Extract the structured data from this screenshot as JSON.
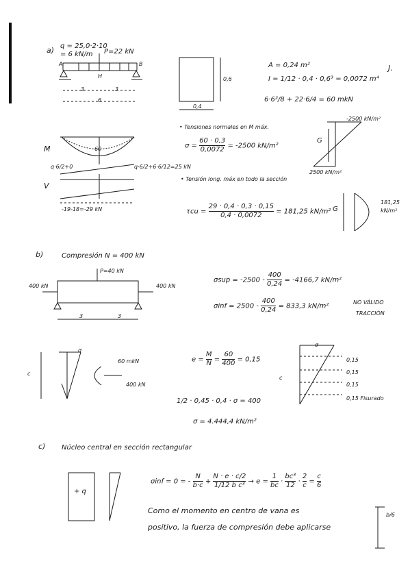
{
  "a": {
    "part": "a)",
    "q_label": "q = 25,0·2·10",
    "q_value": "= 6 kN/m",
    "P_label": "P=22 kN",
    "pts": [
      "A",
      "B",
      "H"
    ],
    "dims": [
      "3",
      "3",
      "6"
    ],
    "M_label": "M",
    "V_label": "V",
    "v_left": "q·6/2+0",
    "v_right": "q·6/2+6·6/12=25 kN",
    "vneg": "-19-18=-29 kN",
    "m_val": "60",
    "area": "A = 0,24 m²",
    "inertia": "I = 1/12 · 0,4 · 0,6³ = 0,0072 m⁴",
    "moment": "6·6²/8 + 22·6/4 = 60 mkN",
    "mark": "J.",
    "h": "0,6",
    "b": "0,4",
    "normal_tensions": "• Tensiones normales en M máx.",
    "sigma_lhs": "σ =",
    "sigma_num": "60 · 0,3",
    "sigma_den": "0,0072",
    "sigma_res": "= -2500 kN/m²",
    "stress_top": "-2500 kN/m²",
    "stress_bot": "2500 kN/m²",
    "G": "G",
    "shear_text": "• Tensión long. máx en todo la sección",
    "tau_lhs": "τcu =",
    "tau_num": "29 · 0,4 · 0,3 · 0,15",
    "tau_den": "0,4 · 0,0072",
    "tau_res": "= 181,25 kN/m²",
    "tau_val": "181,25",
    "tau_unit": "kN/m²"
  },
  "b": {
    "part": "b)",
    "title": "Compresión  N = 400 kN",
    "P": "P=40 kN",
    "Nl": "400 kN",
    "Nr": "400 kN",
    "d1": "3",
    "d2": "3",
    "sup_lhs": "σsup = -2500 -",
    "sup_num": "400",
    "sup_den": "0,24",
    "sup_res": "= -4166,7 kN/m²",
    "inf_lhs": "σinf = 2500 -",
    "inf_num": "400",
    "inf_den": "0,24",
    "inf_res": "= 833,3 kN/m²",
    "valid": "NO VÁLIDO",
    "traccion": "TRACCIÓN",
    "sigma": "σ",
    "c": "c",
    "moment": "60 mkN",
    "force": "400 kN",
    "e_lhs": "e =",
    "e_num1": "M",
    "e_den1": "N",
    "e_num2": "60",
    "e_den2": "400",
    "e_res": "= 0,15",
    "eq": "1/2 · 0,45 · 0,4 · σ = 400",
    "sigma_res": "σ = 4.444,4 kN/m²",
    "dims": [
      "0,15",
      "0,15",
      "0,15",
      "0,15 Fisurado"
    ]
  },
  "c": {
    "part": "c)",
    "title": "Núcleo central en sección rectangular",
    "q": "+ q",
    "formula_lhs": "σinf = 0 = -",
    "f1_num": "N",
    "f1_den": "b·c",
    "plus": "+",
    "f2_num": "N · e · c/2",
    "f2_den": "1/12 b c³",
    "arrow": "→",
    "e_part": "e =",
    "e1_num": "1",
    "e1_den": "bc",
    "e2_num": "bc³",
    "e2_den": "12",
    "e3_num": "2",
    "e3_den": "c",
    "eq": "=",
    "e4_num": "c",
    "e4_den": "6",
    "text1": "Como el momento en centro de vana es",
    "text2": "positivo, la fuerza de compresión debe aplicarse",
    "side": "b/6"
  }
}
